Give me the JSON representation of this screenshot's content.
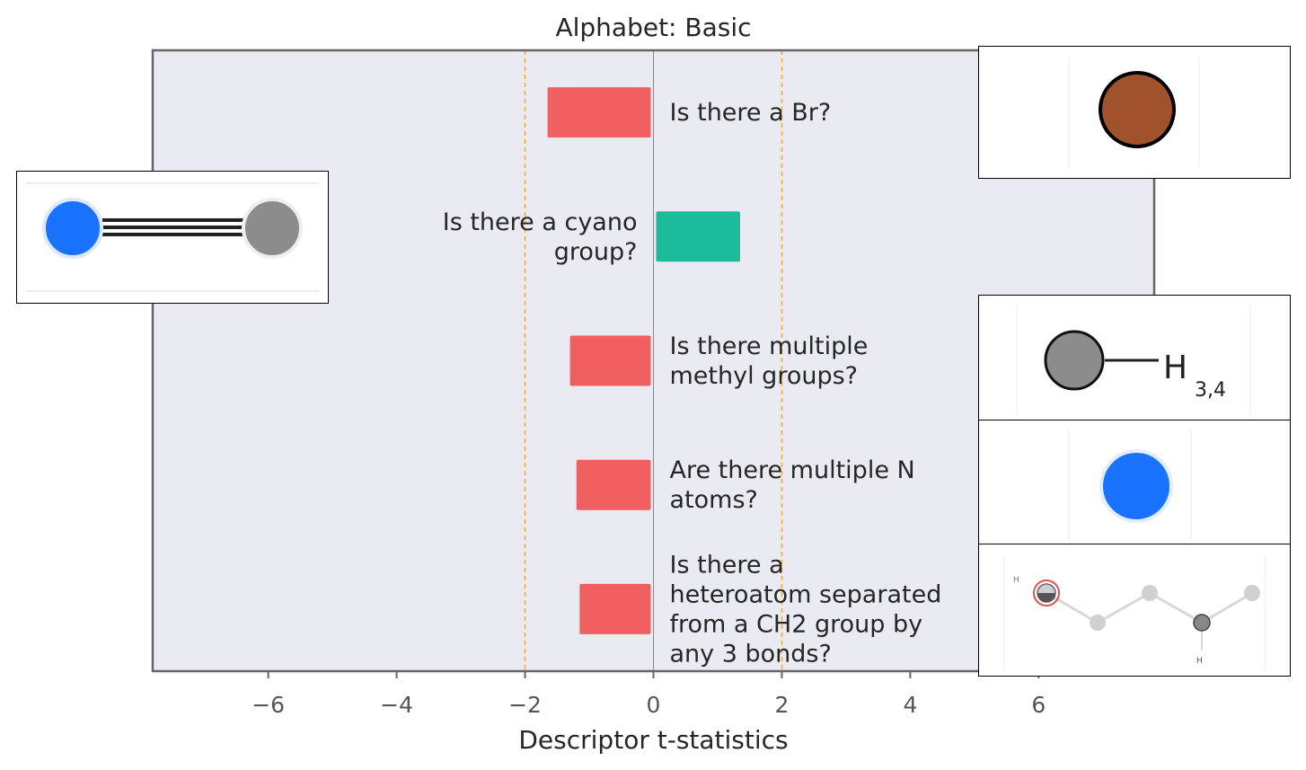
{
  "chart_data": {
    "type": "bar",
    "orientation": "horizontal",
    "title": "Alphabet: Basic",
    "xlabel": "Descriptor t-statistics",
    "ylabel": "",
    "xlim": [
      -7.8,
      7.8
    ],
    "xticks": [
      -6,
      -4,
      -2,
      0,
      2,
      4,
      6
    ],
    "xtick_labels": [
      "−6",
      "−4",
      "−2",
      "0",
      "2",
      "4",
      "6"
    ],
    "significance_lines": [
      -2,
      2
    ],
    "grid": false,
    "legend": "none",
    "categories": [
      "Is there a Br?",
      "Is there a cyano group?",
      "Is there multiple methyl groups?",
      "Are there multiple N atoms?",
      "Is there a heteroatom separated from a CH2 group by any 3 bonds?"
    ],
    "label_lines": [
      [
        "Is there a Br?"
      ],
      [
        "Is there a cyano",
        "group?"
      ],
      [
        "Is there multiple",
        "methyl groups?"
      ],
      [
        "Are there multiple N",
        "atoms?"
      ],
      [
        "Is there a",
        "heteroatom separated",
        "from a CH2 group by",
        "any 3 bonds?"
      ]
    ],
    "values": [
      -1.65,
      1.35,
      -1.3,
      -1.2,
      -1.15
    ]
  },
  "colors": {
    "negative": "#f06060",
    "positive": "#1abc9c",
    "threshold": "#f5a742",
    "plot_bg": "#eaeaf2",
    "frame": "#666666",
    "zero_line": "#888888",
    "nitrogen": "#1a73ff",
    "carbon": "#8c8c8c",
    "bromine": "#a0522d"
  },
  "molecules": {
    "cyano": {
      "subscript": ""
    },
    "methyl": {
      "symbol": "H",
      "subscript": "3,4"
    },
    "heteroatom": {
      "label_a": "H",
      "label_b": "H"
    }
  }
}
